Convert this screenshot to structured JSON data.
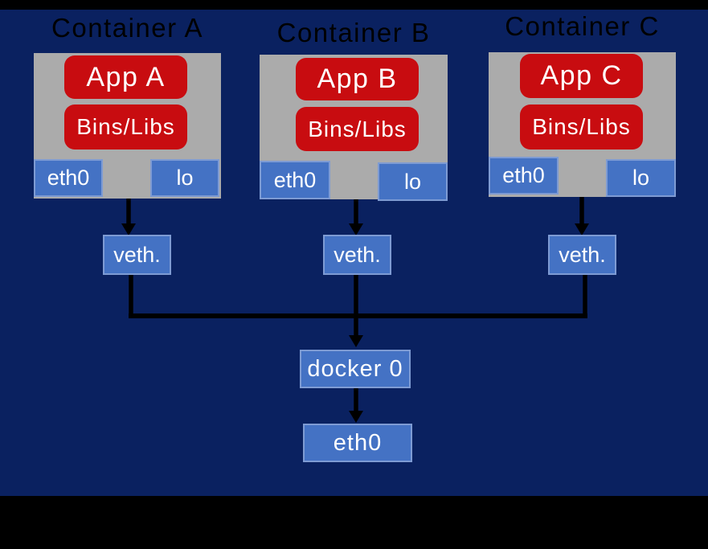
{
  "diagram": {
    "containers": [
      {
        "title": "Container A",
        "app_label": "App A",
        "libs_label": "Bins/Libs",
        "eth_label": "eth0",
        "lo_label": "lo",
        "veth_label": "veth."
      },
      {
        "title": "Container B",
        "app_label": "App B",
        "libs_label": "Bins/Libs",
        "eth_label": "eth0",
        "lo_label": "lo",
        "veth_label": "veth."
      },
      {
        "title": "Container C",
        "app_label": "App C",
        "libs_label": "Bins/Libs",
        "eth_label": "eth0",
        "lo_label": "lo",
        "veth_label": "veth."
      }
    ],
    "bridge_label": "docker 0",
    "host_interface_label": "eth0",
    "edges": [
      {
        "from": "container-a",
        "to": "veth-a"
      },
      {
        "from": "container-b",
        "to": "veth-b"
      },
      {
        "from": "container-c",
        "to": "veth-c"
      },
      {
        "from": "veth-a",
        "to": "docker0-bridge"
      },
      {
        "from": "veth-b",
        "to": "docker0-bridge"
      },
      {
        "from": "veth-c",
        "to": "docker0-bridge"
      },
      {
        "from": "docker0-bridge",
        "to": "host-eth0"
      }
    ]
  },
  "colors": {
    "background": "#0A2160",
    "letterbox_bar": "#000000",
    "container_fill": "#ABABAB",
    "app_fill": "#C80C10",
    "node_fill": "#4472C4",
    "node_border": "#7E9BD3",
    "connector": "#000000",
    "title_text": "#000000",
    "node_text": "#FFFFFF"
  }
}
